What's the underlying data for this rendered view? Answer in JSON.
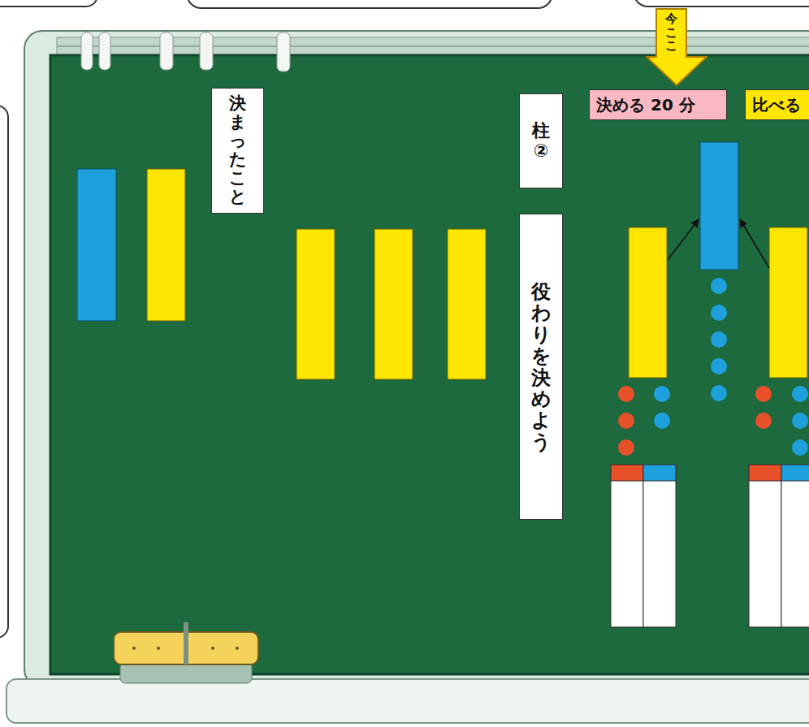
{
  "diagram": {
    "nodes": [
      {
        "text": [
          "今ここ"
        ]
      },
      {
        "text": [
          "決まったこと"
        ]
      },
      {
        "text": [
          "柱②"
        ]
      },
      {
        "text": [
          "役わりを決めよう"
        ]
      },
      {
        "text": [
          "決める 20 分"
        ]
      },
      {
        "text": [
          "比べる"
        ]
      }
    ]
  }
}
